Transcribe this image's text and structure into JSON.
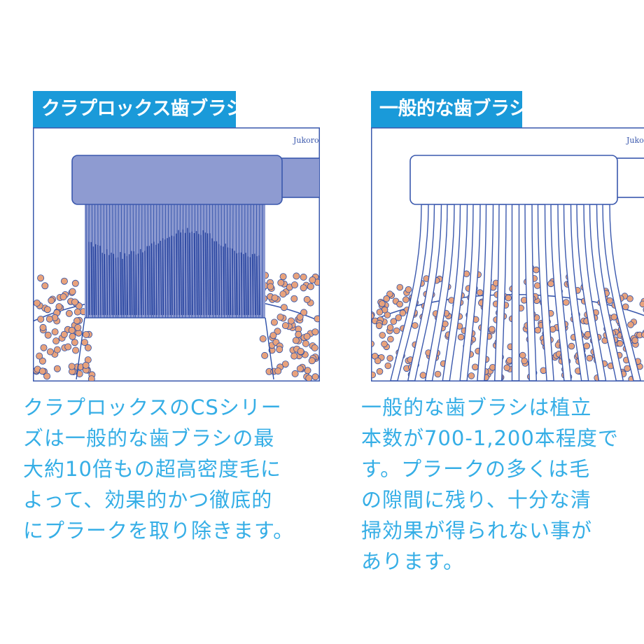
{
  "colors": {
    "accent": "#1a9ad9",
    "text": "#35aee6",
    "plaque": "#e8a27c",
    "plaque_outline": "#2a4fa8",
    "brush_fill_cs": "#8e9bd1",
    "brush_outline": "#3a58ad"
  },
  "panels": [
    {
      "title": "クラプロックス歯ブラシ",
      "brand": "Jukoro",
      "description_lines": [
        "クラプロックスのCSシリー",
        "ズは一般的な歯ブラシの最",
        "大約10倍もの超高密度毛に",
        "よって、効果的かつ徹底的",
        "にプラークを取り除きます。"
      ]
    },
    {
      "title": "一般的な歯ブラシ",
      "brand": "Jukoro",
      "description_lines": [
        "一般的な歯ブラシは植立",
        "本数が700-1,200本程度で",
        "す。プラークの多くは毛",
        "の隙間に残り、十分な清",
        "掃効果が得られない事が",
        "あります。"
      ]
    }
  ]
}
